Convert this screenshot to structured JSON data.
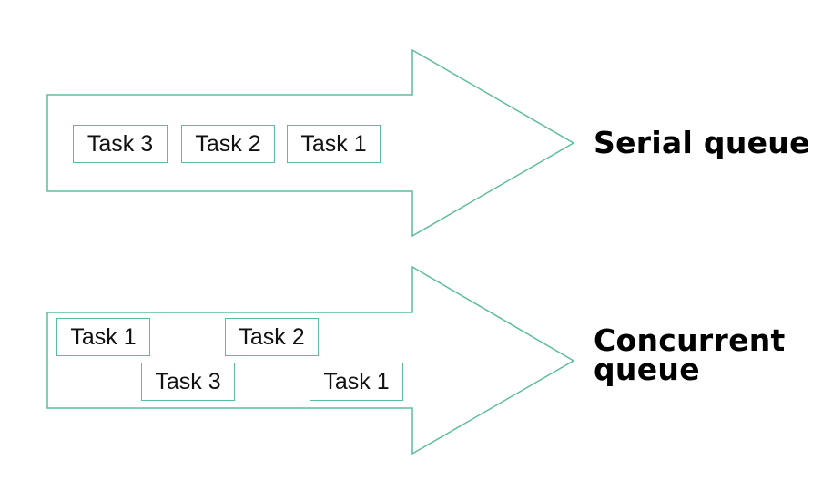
{
  "colors": {
    "arrow_stroke": "#5bbd9d",
    "box_stroke": "#5bbd9d",
    "text": "#000000"
  },
  "serial": {
    "label": "Serial queue",
    "tasks": [
      "Task 3",
      "Task 2",
      "Task 1"
    ]
  },
  "concurrent": {
    "label_line1": "Concurrent",
    "label_line2": "queue",
    "tasks": [
      "Task 1",
      "Task 2",
      "Task 3",
      "Task 1"
    ]
  }
}
